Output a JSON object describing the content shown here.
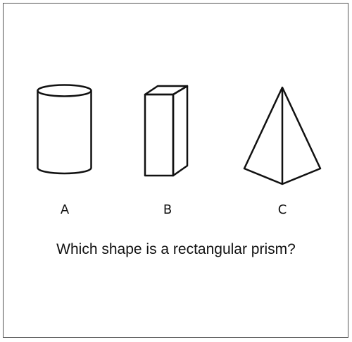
{
  "shapes": [
    {
      "label": "A",
      "kind": "cylinder"
    },
    {
      "label": "B",
      "kind": "rectangular-prism"
    },
    {
      "label": "C",
      "kind": "pyramid"
    }
  ],
  "question": "Which shape is a rectangular prism?",
  "colors": {
    "stroke": "#111111",
    "frame": "#555555",
    "background": "#ffffff"
  }
}
